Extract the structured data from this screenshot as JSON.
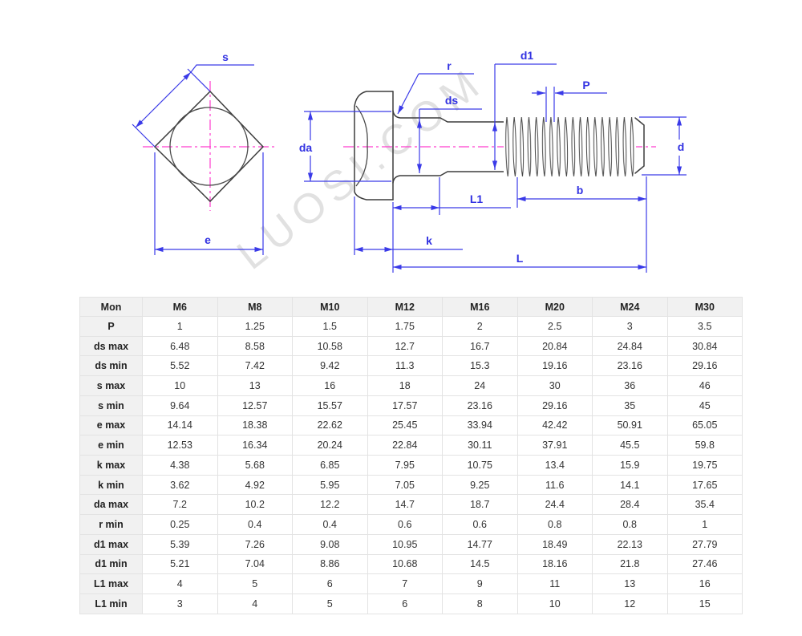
{
  "drawing": {
    "watermark": "LUOSI.COM",
    "labels": {
      "s": "s",
      "e": "e",
      "da": "da",
      "r": "r",
      "ds": "ds",
      "d1": "d1",
      "p": "P",
      "d": "d",
      "L1": "L1",
      "b": "b",
      "k": "k",
      "L": "L"
    },
    "colors": {
      "dimension_blue": "#3a3ae8",
      "centerline_magenta": "#ff3dcf",
      "outline_dark": "#3d3d3d",
      "watermark_gray": "#e7e7e7"
    }
  },
  "table": {
    "header": [
      "Mon",
      "M6",
      "M8",
      "M10",
      "M12",
      "M16",
      "M20",
      "M24",
      "M30"
    ],
    "rows": [
      {
        "label": "P",
        "values": [
          "1",
          "1.25",
          "1.5",
          "1.75",
          "2",
          "2.5",
          "3",
          "3.5"
        ]
      },
      {
        "label": "ds max",
        "values": [
          "6.48",
          "8.58",
          "10.58",
          "12.7",
          "16.7",
          "20.84",
          "24.84",
          "30.84"
        ]
      },
      {
        "label": "ds min",
        "values": [
          "5.52",
          "7.42",
          "9.42",
          "11.3",
          "15.3",
          "19.16",
          "23.16",
          "29.16"
        ]
      },
      {
        "label": "s max",
        "values": [
          "10",
          "13",
          "16",
          "18",
          "24",
          "30",
          "36",
          "46"
        ]
      },
      {
        "label": "s min",
        "values": [
          "9.64",
          "12.57",
          "15.57",
          "17.57",
          "23.16",
          "29.16",
          "35",
          "45"
        ]
      },
      {
        "label": "e max",
        "values": [
          "14.14",
          "18.38",
          "22.62",
          "25.45",
          "33.94",
          "42.42",
          "50.91",
          "65.05"
        ]
      },
      {
        "label": "e min",
        "values": [
          "12.53",
          "16.34",
          "20.24",
          "22.84",
          "30.11",
          "37.91",
          "45.5",
          "59.8"
        ]
      },
      {
        "label": "k max",
        "values": [
          "4.38",
          "5.68",
          "6.85",
          "7.95",
          "10.75",
          "13.4",
          "15.9",
          "19.75"
        ]
      },
      {
        "label": "k min",
        "values": [
          "3.62",
          "4.92",
          "5.95",
          "7.05",
          "9.25",
          "11.6",
          "14.1",
          "17.65"
        ]
      },
      {
        "label": "da max",
        "values": [
          "7.2",
          "10.2",
          "12.2",
          "14.7",
          "18.7",
          "24.4",
          "28.4",
          "35.4"
        ]
      },
      {
        "label": "r min",
        "values": [
          "0.25",
          "0.4",
          "0.4",
          "0.6",
          "0.6",
          "0.8",
          "0.8",
          "1"
        ]
      },
      {
        "label": "d1 max",
        "values": [
          "5.39",
          "7.26",
          "9.08",
          "10.95",
          "14.77",
          "18.49",
          "22.13",
          "27.79"
        ]
      },
      {
        "label": "d1 min",
        "values": [
          "5.21",
          "7.04",
          "8.86",
          "10.68",
          "14.5",
          "18.16",
          "21.8",
          "27.46"
        ]
      },
      {
        "label": "L1 max",
        "values": [
          "4",
          "5",
          "6",
          "7",
          "9",
          "11",
          "13",
          "16"
        ]
      },
      {
        "label": "L1 min",
        "values": [
          "3",
          "4",
          "5",
          "6",
          "8",
          "10",
          "12",
          "15"
        ]
      }
    ]
  }
}
